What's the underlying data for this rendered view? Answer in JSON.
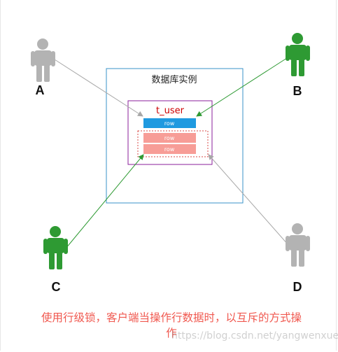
{
  "database": {
    "title": "数据库实例"
  },
  "table": {
    "name": "t_user",
    "rows": [
      "row",
      "row",
      "row"
    ]
  },
  "users": [
    {
      "id": "A",
      "state": "waiting"
    },
    {
      "id": "B",
      "state": "active"
    },
    {
      "id": "C",
      "state": "active"
    },
    {
      "id": "D",
      "state": "waiting"
    }
  ],
  "caption": "使用行级锁，客户端当操作行数据时，以互斥的方式操作",
  "watermark": "https://blog.csdn.net/yangwenxue_admin",
  "colors": {
    "active_user": "#2e9a33",
    "waiting_user": "#b3b3b3",
    "db_border": "#3a93c8",
    "table_border": "#8b1f9b",
    "row_locked": "#1f9ae0",
    "row_pending": "#f79d97",
    "caption": "#f0584f",
    "active_arrow": "#2e9a33",
    "waiting_arrow": "#a7a7a7"
  }
}
